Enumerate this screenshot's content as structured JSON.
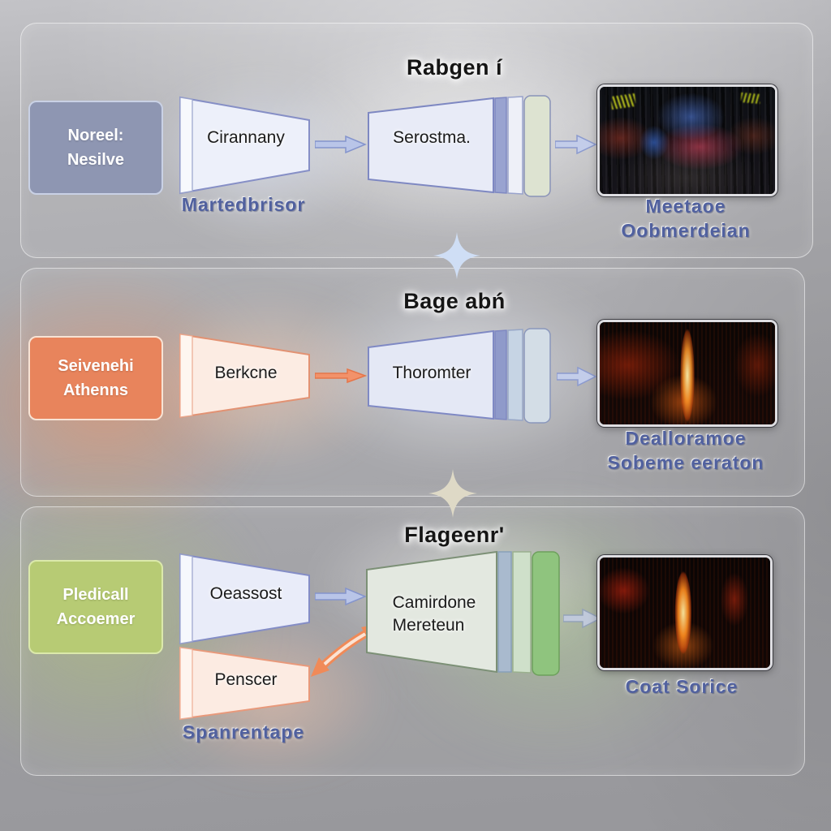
{
  "diagram": {
    "rows": [
      {
        "title": "Rabgen í",
        "input_box": "Noreel:\nNesilve",
        "encoder_label": "Cirannany",
        "encoder_caption": "Martedbrisor",
        "generator_label": "Serostma.",
        "output_caption": "Meetaoe\nOobmerdeian"
      },
      {
        "title": "Bage abń",
        "input_box": "Seivenehi\nAthenns",
        "encoder_label": "Berkcne",
        "generator_label": "Thoromter",
        "output_caption": "Dealloramoe\nSobeme eeraton"
      },
      {
        "title": "Flageenr'",
        "input_box": "Pledicall\nAccoemer",
        "encoder_label": "Oeassost",
        "encoder2_label": "Penscer",
        "encoder_caption": "Spanrentape",
        "generator_label": "Camirdone\nMereteun",
        "output_caption": "Coat Sorice"
      }
    ],
    "colors": {
      "input_box_row1": "#8e96b2",
      "input_box_row2": "#e8845c",
      "input_box_row3": "#b7cb74",
      "encoder_fill_blue": "#edf0fa",
      "encoder_fill_pink": "#fcece3",
      "generator_fill_blue": "#e8ebf7",
      "generator_fill_green": "#e3e8e0",
      "arrow_blue": "#b9c5e8",
      "arrow_orange": "#f0895a",
      "caption_blue": "#51619f",
      "sparkle_blue": "#cfdef5",
      "sparkle_beige": "#ded9c6"
    }
  }
}
